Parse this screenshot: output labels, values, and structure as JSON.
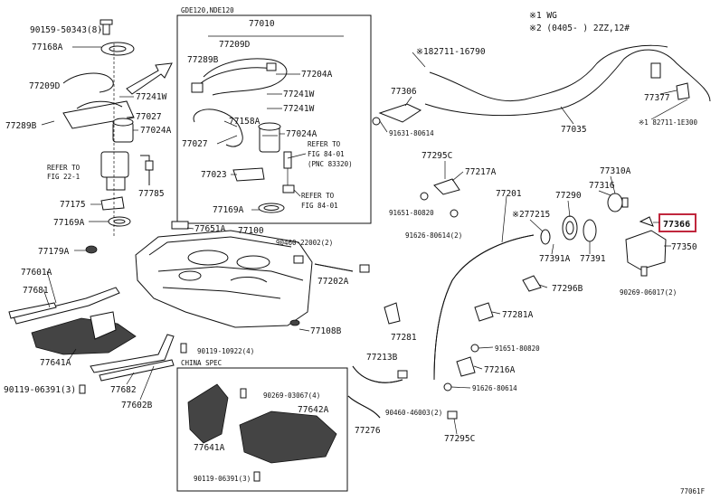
{
  "notes": {
    "line1": "※1  WG",
    "line2": "※2  (0405-   ) 2ZZ,12#"
  },
  "inset": {
    "title": "GDE120,NDE120",
    "number": "77010"
  },
  "china_spec": "CHINA SPEC",
  "highlighted_part": "77366",
  "refs": {
    "fig_22_1": [
      "REFER TO",
      "FIG 22-1"
    ],
    "fig_84_01_a": [
      "REFER TO",
      "FIG 84-01",
      "(PNC 83320)"
    ],
    "fig_84_01_b": [
      "REFER TO",
      "FIG 84-01"
    ]
  },
  "image_id": "77061F",
  "labels": {
    "p90159_50343": "90159-50343(8)",
    "p77168A": "77168A",
    "p77209D_l": "77209D",
    "p77241W_l": "77241W",
    "p77027_l": "77027",
    "p77024A_l": "77024A",
    "p77289B_l": "77289B",
    "p77785": "77785",
    "p77175": "77175",
    "p77169A_l": "77169A",
    "p77179A": "77179A",
    "p77601A": "77601A",
    "p77681": "77681",
    "p77641A_l": "77641A",
    "p90119_06391_l": "90119-06391(3)",
    "p77682": "77682",
    "p77602B": "77602B",
    "p77209D_i": "77209D",
    "p77289B_i": "77289B",
    "p77204A_a": "77204A",
    "p77241W_i1": "77241W",
    "p77241W_i2": "77241W",
    "p77158A": "77158A",
    "p77027_i": "77027",
    "p77024A_i": "77024A",
    "p77023": "77023",
    "p77169A_i": "77169A",
    "p77651A": "77651A",
    "p77100": "77100",
    "p90460_22002": "90460-22002(2)",
    "p77202A": "77202A",
    "p77108B": "77108B",
    "p90119_10922": "90119-10922(4)",
    "p90269_03067": "90269-03067(4)",
    "p77642A": "77642A",
    "p77641A_c": "77641A",
    "p90119_06391_c": "90119-06391(3)",
    "p182711_16790": "※182711-16790",
    "p77306": "77306",
    "p91631_80614": "91631-80614",
    "p77035": "77035",
    "p77377": "77377",
    "p82711_1E300": "※1 82711-1E300",
    "p77295C_t": "77295C",
    "p77217A": "77217A",
    "p77201": "77201",
    "p91651_80820_a": "91651-80820",
    "p91626_80614_a": "91626-80614(2)",
    "p277215": "※277215",
    "p77290": "77290",
    "p77316": "77316",
    "p77310A": "77310A",
    "p77391A": "77391A",
    "p77391": "77391",
    "p77350": "77350",
    "p90269_06017": "90269-06017(2)",
    "p77296B": "77296B",
    "p77281A": "77281A",
    "p77281": "77281",
    "p91651_80820_b": "91651-80820",
    "p77213B": "77213B",
    "p77216A": "77216A",
    "p91626_80614_b": "91626-80614",
    "p90460_46003": "90460-46003(2)",
    "p77276": "77276",
    "p77295C_b": "77295C"
  }
}
